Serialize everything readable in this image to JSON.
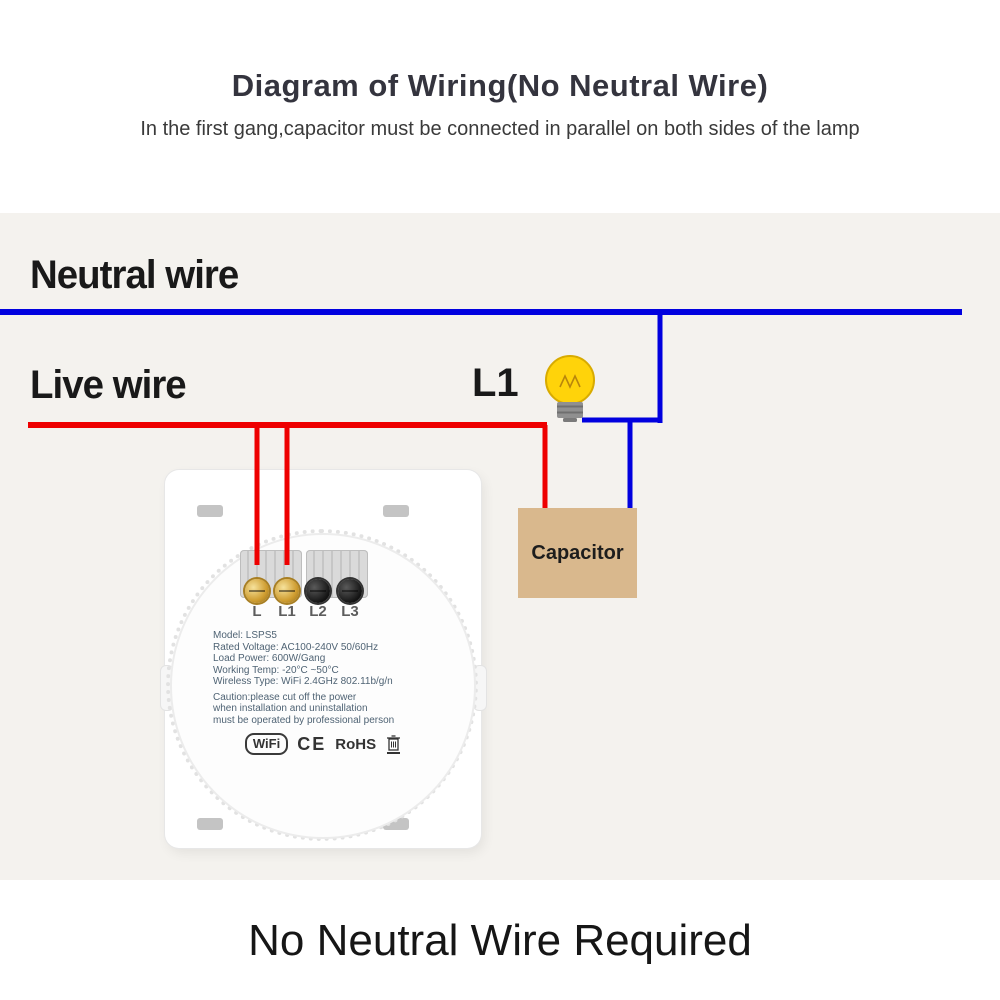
{
  "header": {
    "title": "Diagram of Wiring(No Neutral Wire)",
    "subtitle": "In the first gang,capacitor must be connected in parallel on both sides of the lamp"
  },
  "diagram": {
    "neutral_wire_label": "Neutral wire",
    "live_wire_label": "Live wire",
    "lamp_label": "L1",
    "capacitor_label": "Capacitor",
    "terminal_labels": [
      "L",
      "L1",
      "L2",
      "L3"
    ],
    "switch_specs": [
      "Model: LSPS5",
      "Rated Voltage: AC100-240V 50/60Hz",
      "Load Power: 600W/Gang",
      "Working Temp: -20°C ~50°C",
      "Wireless Type: WiFi 2.4GHz 802.11b/g/n",
      "Caution:please cut off the power",
      "when installation and uninstallation",
      "must be operated by professional person"
    ],
    "logos": {
      "wifi": "WiFi",
      "ce": "CE",
      "rohs": "RoHS"
    },
    "colors": {
      "neutral_wire": "#0101df",
      "live_wire": "#ee0000",
      "capacitor_fill": "#d9b88d",
      "bulb_fill": "#ffd30a",
      "diagram_background": "#f4f2ee"
    }
  },
  "footer": {
    "caption": "No Neutral Wire Required"
  }
}
